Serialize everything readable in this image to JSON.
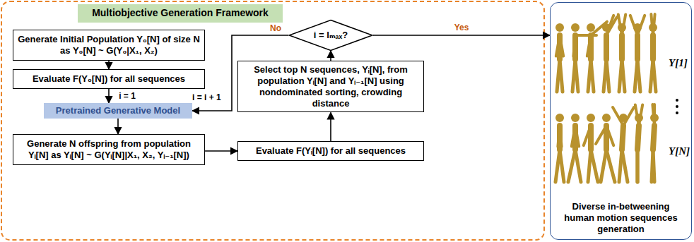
{
  "diagram": {
    "nodes": [
      {
        "text": [
          "Multiobjective Generation Framework"
        ]
      },
      {
        "text": [
          "Generate Initial Population Y₀[N] of size N as Y₀[N] ~ G(Y₀|X₁, X₂)"
        ]
      },
      {
        "text": [
          "Evaluate F(Y₀[N]) for all sequences"
        ]
      },
      {
        "text": [
          "Pretrained Generative Model"
        ]
      },
      {
        "text": [
          "Generate N offspring from population Yᵢ[N] as Yᵢ[N] ~ G(Yᵢ[N]|X₁, X₂, Yᵢ₋₁[N])"
        ]
      },
      {
        "text": [
          "Evaluate F(Yᵢ[N]) for all sequences"
        ]
      },
      {
        "text": [
          "Select top N sequences, Yᵢ[N], from population Yᵢ[N] and Yᵢ₋₁[N] using nondominated sorting, crowding distance"
        ]
      },
      {
        "text": [
          "i = Iₘₐₓ?"
        ]
      },
      {
        "text": [
          "Diverse in-betweening human motion sequences generation"
        ]
      }
    ],
    "edges": [
      {
        "from": 1,
        "to": 2,
        "arrow": "to"
      },
      {
        "from": 2,
        "to": 3,
        "label": "i = 1",
        "arrow": "to"
      },
      {
        "from": 3,
        "to": 4,
        "arrow": "to"
      },
      {
        "from": 4,
        "to": 5,
        "arrow": "to"
      },
      {
        "from": 5,
        "to": 6,
        "arrow": "to"
      },
      {
        "from": 6,
        "to": 7,
        "arrow": "to"
      },
      {
        "from": 7,
        "to": 3,
        "label": "No",
        "arrow": "to"
      },
      {
        "from": 7,
        "to": 8,
        "label": "Yes",
        "arrow": "to"
      }
    ],
    "labels": [
      "i = i + 1",
      "Y[1]",
      "Y[N]"
    ]
  }
}
